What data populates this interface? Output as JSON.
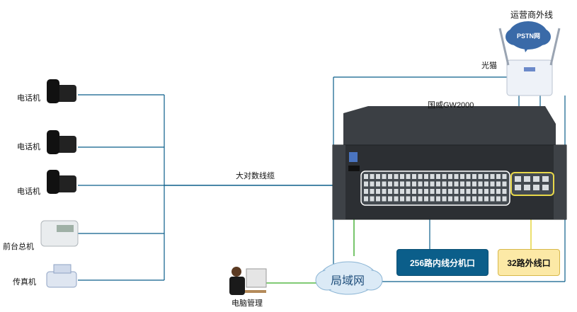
{
  "labels": {
    "carrier": "运营商外线",
    "pstn": "PSTN网",
    "modem": "光猫",
    "device": "国威GW2000",
    "cable": "大对数线缆",
    "phone1": "电话机",
    "phone2": "电话机",
    "phone3": "电话机",
    "operator": "前台总机",
    "fax": "传真机",
    "pc": "电脑管理",
    "lan": "局域网",
    "internal": "256路内线分机口",
    "external": "32路外线口"
  },
  "colors": {
    "line_blue": "#0b5e8a",
    "line_green": "#57b847",
    "highlight_yellow": "#e8d84a",
    "badge_blue": "#0b5e8a",
    "badge_yellow": "#fce9a6"
  },
  "icons": [
    "telephone-icon",
    "desk-phone-icon",
    "fax-icon",
    "computer-user-icon",
    "router-icon",
    "cloud-icon",
    "pbx-chassis-icon"
  ]
}
